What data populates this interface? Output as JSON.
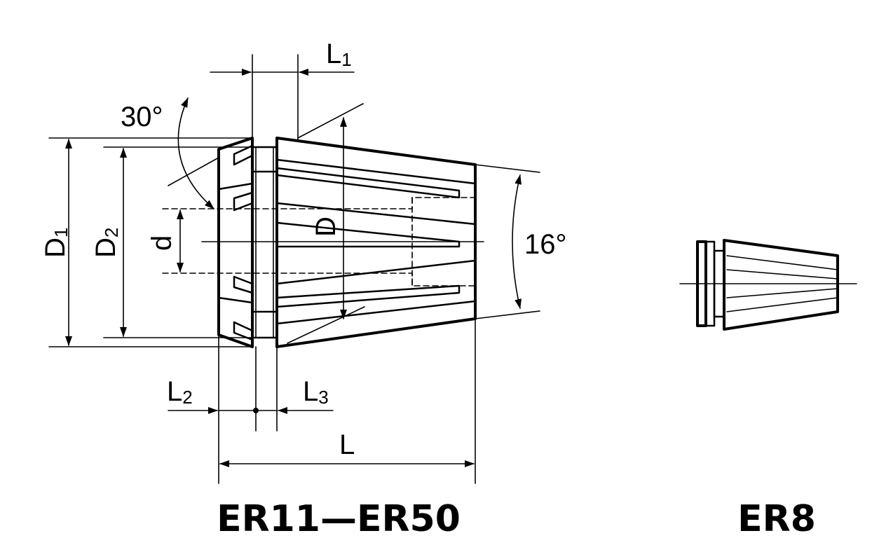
{
  "labels": {
    "L1": "L",
    "L1_sub": "1",
    "L2": "L",
    "L2_sub": "2",
    "L3": "L",
    "L3_sub": "3",
    "L": "L",
    "D1": "D",
    "D1_sub": "1",
    "D2": "D",
    "D2_sub": "2",
    "d": "d",
    "D": "D",
    "angle30": "30°",
    "angle16": "16°"
  },
  "captions": {
    "left": "ER11—ER50",
    "right": "ER8"
  },
  "colors": {
    "ink": "#000000",
    "background": "#ffffff"
  }
}
